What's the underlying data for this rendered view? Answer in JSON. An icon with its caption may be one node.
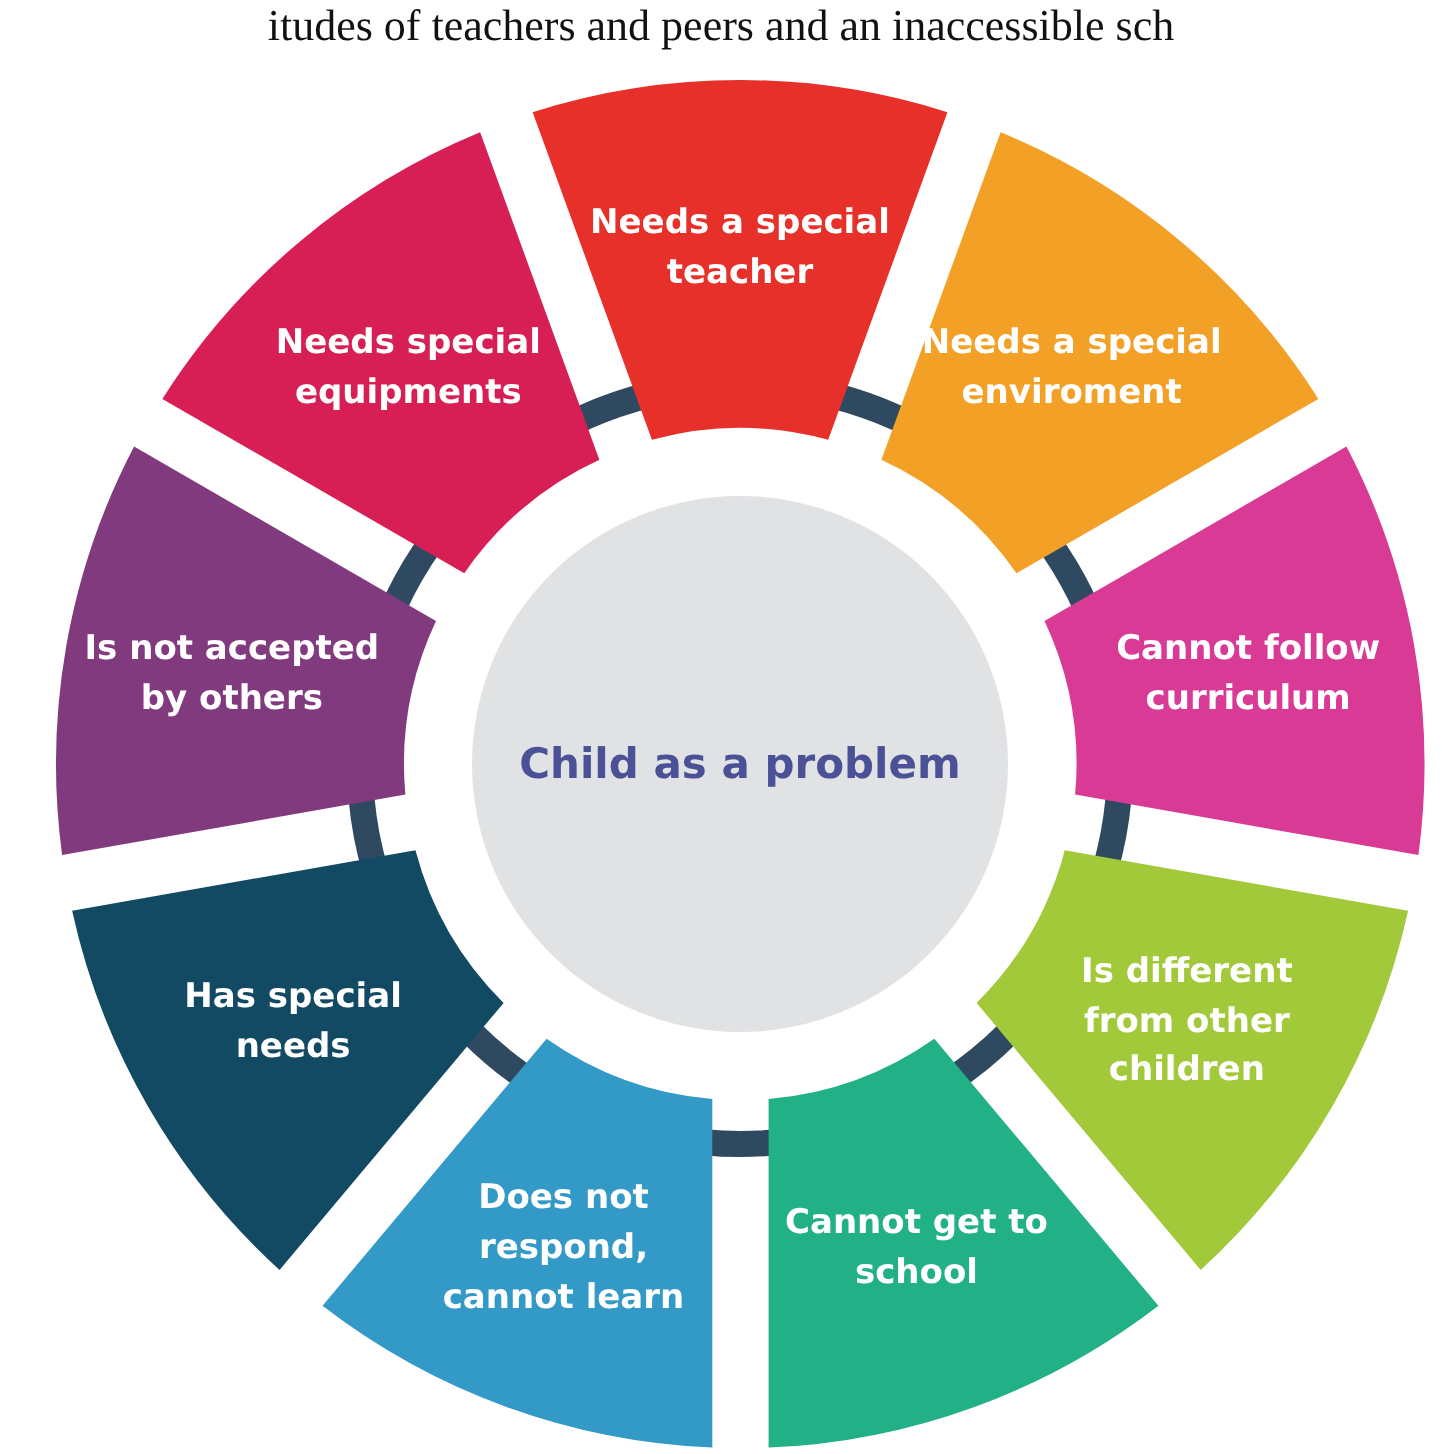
{
  "diagram": {
    "nodes": [
      {
        "text": [
          "Child as a problem"
        ]
      },
      {
        "text": [
          "Needs a special teacher"
        ]
      },
      {
        "text": [
          "Needs a special enviroment"
        ]
      },
      {
        "text": [
          "Cannot follow curriculum"
        ]
      },
      {
        "text": [
          "Is different from other children"
        ]
      },
      {
        "text": [
          "Cannot get to school"
        ]
      },
      {
        "text": [
          "Does not respond, cannot learn"
        ]
      },
      {
        "text": [
          "Has special needs"
        ]
      },
      {
        "text": [
          "Is not accepted by others"
        ]
      },
      {
        "text": [
          "Needs special equipments"
        ]
      }
    ],
    "labels": [
      "itudes of teachers and peers and an inaccessible sch"
    ]
  }
}
